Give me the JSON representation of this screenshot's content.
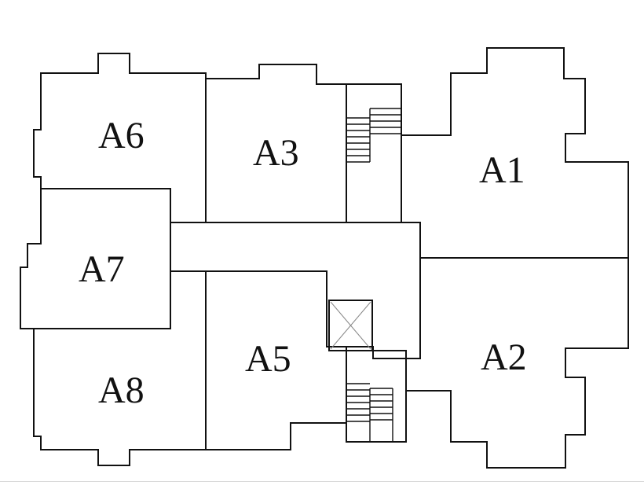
{
  "floor_plan": {
    "units": [
      {
        "id": "A1",
        "label": "A1"
      },
      {
        "id": "A2",
        "label": "A2"
      },
      {
        "id": "A3",
        "label": "A3"
      },
      {
        "id": "A5",
        "label": "A5"
      },
      {
        "id": "A6",
        "label": "A6"
      },
      {
        "id": "A7",
        "label": "A7"
      },
      {
        "id": "A8",
        "label": "A8"
      }
    ],
    "core_elements": [
      "stairwell-north",
      "stairwell-south",
      "elevator-shaft",
      "corridor"
    ]
  },
  "colors": {
    "wall": "#111111",
    "background": "#ffffff"
  }
}
